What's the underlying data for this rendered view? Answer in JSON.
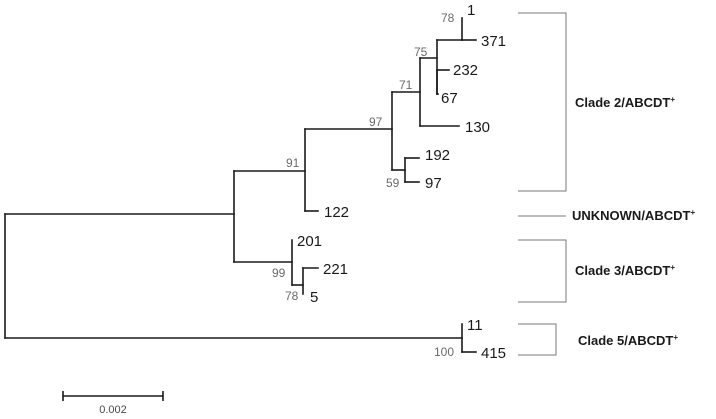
{
  "leaves": [
    "1",
    "371",
    "232",
    "67",
    "130",
    "192",
    "97",
    "122",
    "201",
    "221",
    "5",
    "11",
    "415"
  ],
  "bootstrap": [
    "78",
    "75",
    "71",
    "97",
    "91",
    "59",
    "99",
    "78",
    "100"
  ],
  "clades": [
    {
      "label": "Clade 2/ABCDT",
      "sup": "+"
    },
    {
      "label": "UNKNOWN/ABCDT",
      "sup": "+"
    },
    {
      "label": "Clade 3/ABCDT",
      "sup": "+"
    },
    {
      "label": "Clade 5/ABCDT",
      "sup": "+"
    }
  ],
  "scale": {
    "label": "0.002"
  }
}
